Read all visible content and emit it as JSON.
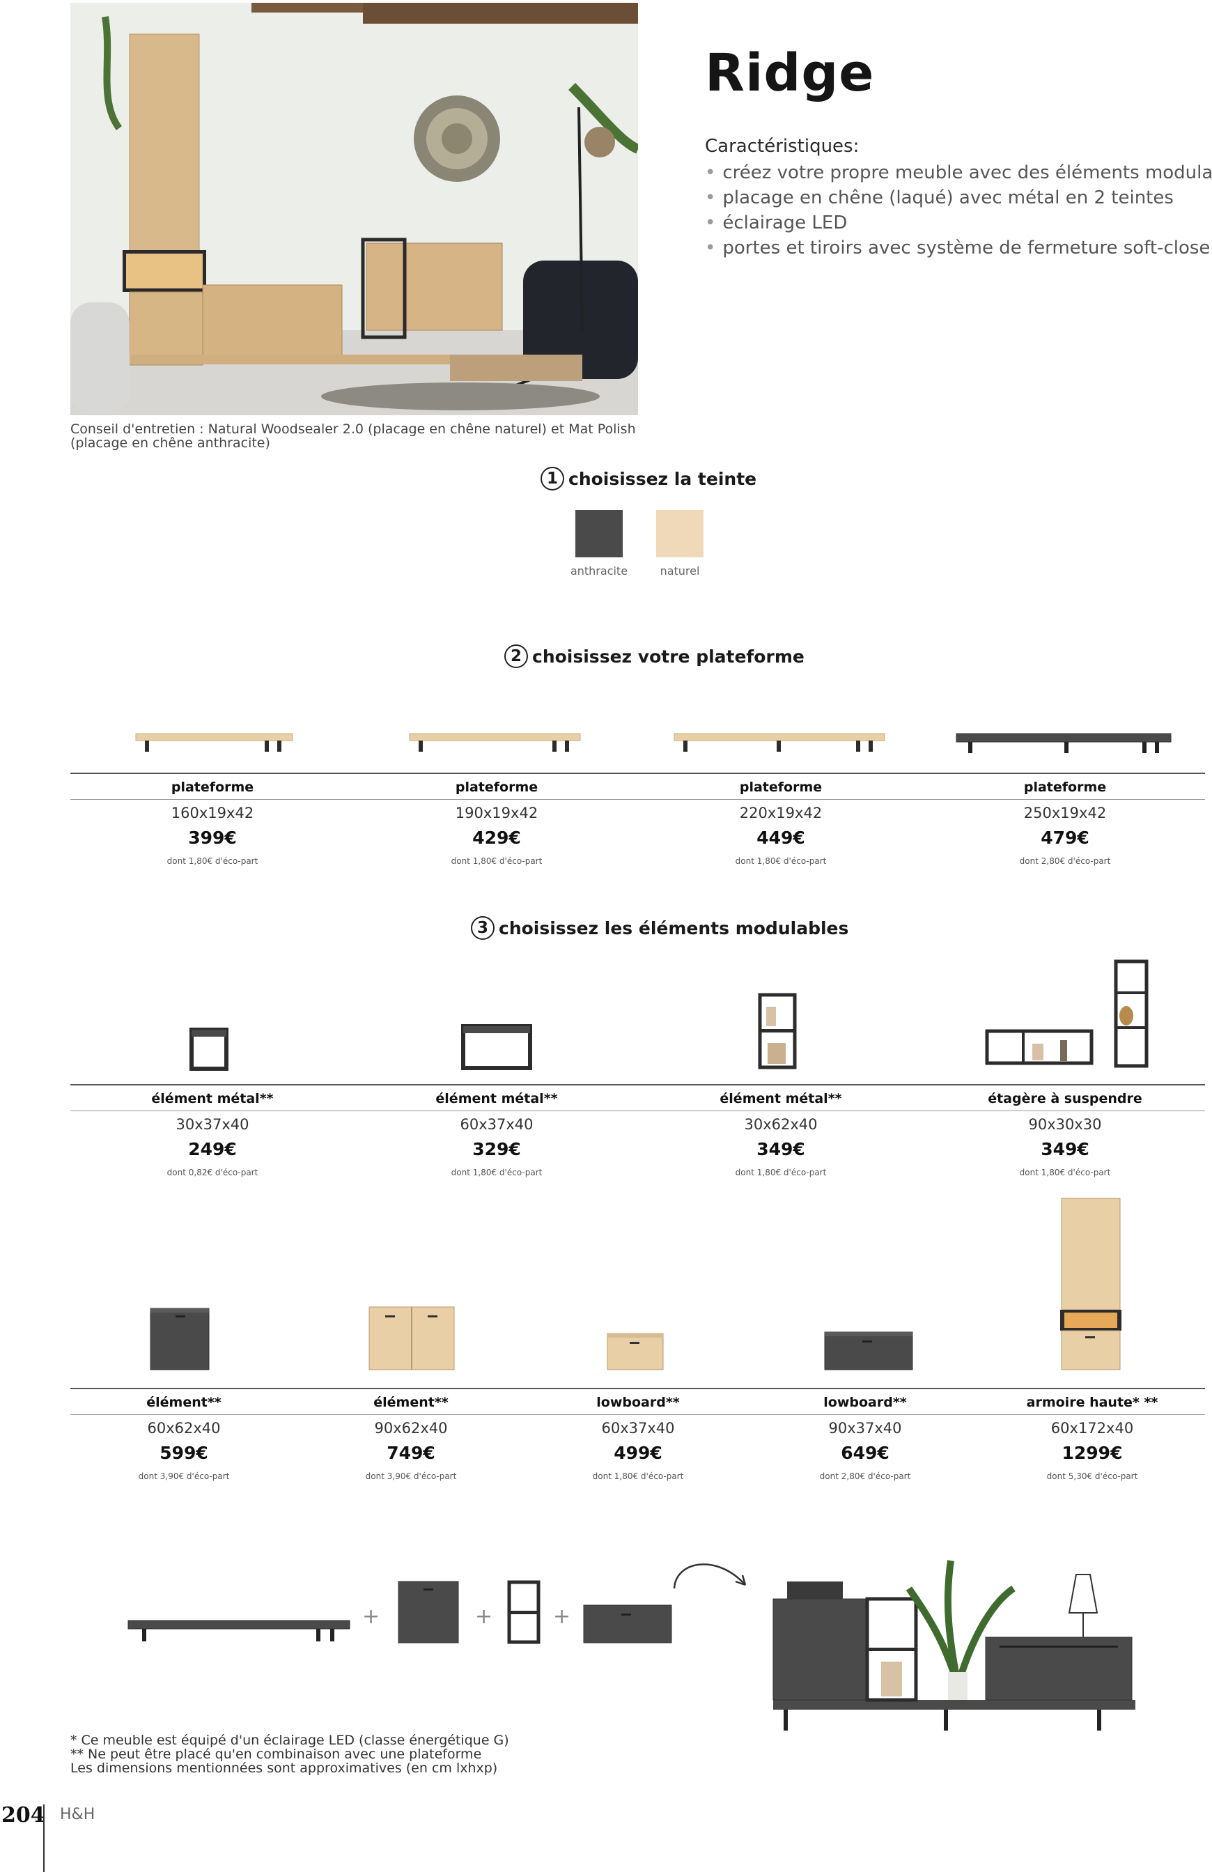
{
  "product": {
    "title": "Ridge",
    "features_heading": "Caractéristiques:",
    "features": [
      "créez votre propre meuble avec des éléments modulables",
      "placage en chêne (laqué) avec métal en 2 teintes",
      "éclairage LED",
      "portes et tiroirs avec système de fermeture soft-close"
    ],
    "care_note": "Conseil d'entretien : Natural Woodsealer 2.0 (placage en chêne naturel) et Mat Polish (placage en chêne anthracite)"
  },
  "step1": {
    "number": "1",
    "title": "choisissez la teinte",
    "swatches": [
      {
        "label": "anthracite",
        "color": "#4a4a4a"
      },
      {
        "label": "naturel",
        "color": "#efd9b8"
      }
    ]
  },
  "step2": {
    "number": "2",
    "title": "choisissez votre plateforme",
    "items": [
      {
        "name": "plateforme",
        "dims": "160x19x42",
        "price": "399€",
        "eco": "dont 1,80€ d'éco-part",
        "finish": "oak"
      },
      {
        "name": "plateforme",
        "dims": "190x19x42",
        "price": "429€",
        "eco": "dont 1,80€ d'éco-part",
        "finish": "oak"
      },
      {
        "name": "plateforme",
        "dims": "220x19x42",
        "price": "449€",
        "eco": "dont 1,80€ d'éco-part",
        "finish": "oak"
      },
      {
        "name": "plateforme",
        "dims": "250x19x42",
        "price": "479€",
        "eco": "dont 2,80€ d'éco-part",
        "finish": "anthracite"
      }
    ]
  },
  "step3": {
    "number": "3",
    "title": "choisissez les éléments modulables",
    "row1": [
      {
        "name": "élément métal**",
        "dims": "30x37x40",
        "price": "249€",
        "eco": "dont 0,82€ d'éco-part"
      },
      {
        "name": "élément métal**",
        "dims": "60x37x40",
        "price": "329€",
        "eco": "dont 1,80€ d'éco-part"
      },
      {
        "name": "élément métal**",
        "dims": "30x62x40",
        "price": "349€",
        "eco": "dont 1,80€ d'éco-part"
      },
      {
        "name": "étagère à suspendre",
        "dims": "90x30x30",
        "price": "349€",
        "eco": "dont 1,80€ d'éco-part"
      }
    ],
    "row2": [
      {
        "name": "élément**",
        "dims": "60x62x40",
        "price": "599€",
        "eco": "dont 3,90€ d'éco-part"
      },
      {
        "name": "élément**",
        "dims": "90x62x40",
        "price": "749€",
        "eco": "dont 3,90€ d'éco-part"
      },
      {
        "name": "lowboard**",
        "dims": "60x37x40",
        "price": "499€",
        "eco": "dont 1,80€ d'éco-part"
      },
      {
        "name": "lowboard**",
        "dims": "90x37x40",
        "price": "649€",
        "eco": "dont 2,80€ d'éco-part"
      },
      {
        "name": "armoire haute* **",
        "dims": "60x172x40",
        "price": "1299€",
        "eco": "dont 5,30€ d'éco-part"
      }
    ]
  },
  "combo": {
    "plus": "+"
  },
  "footnotes": [
    "* Ce meuble est équipé d'un éclairage LED (classe énergétique G)",
    "** Ne peut être placé qu'en combinaison avec une plateforme",
    "Les dimensions mentionnées sont approximatives (en cm lxhxp)"
  ],
  "footer": {
    "page_number": "204",
    "brand": "H&H"
  },
  "colors": {
    "anthracite": "#4a4a4a",
    "oak": "#e8cfa6",
    "metal": "#2c2c2c"
  }
}
